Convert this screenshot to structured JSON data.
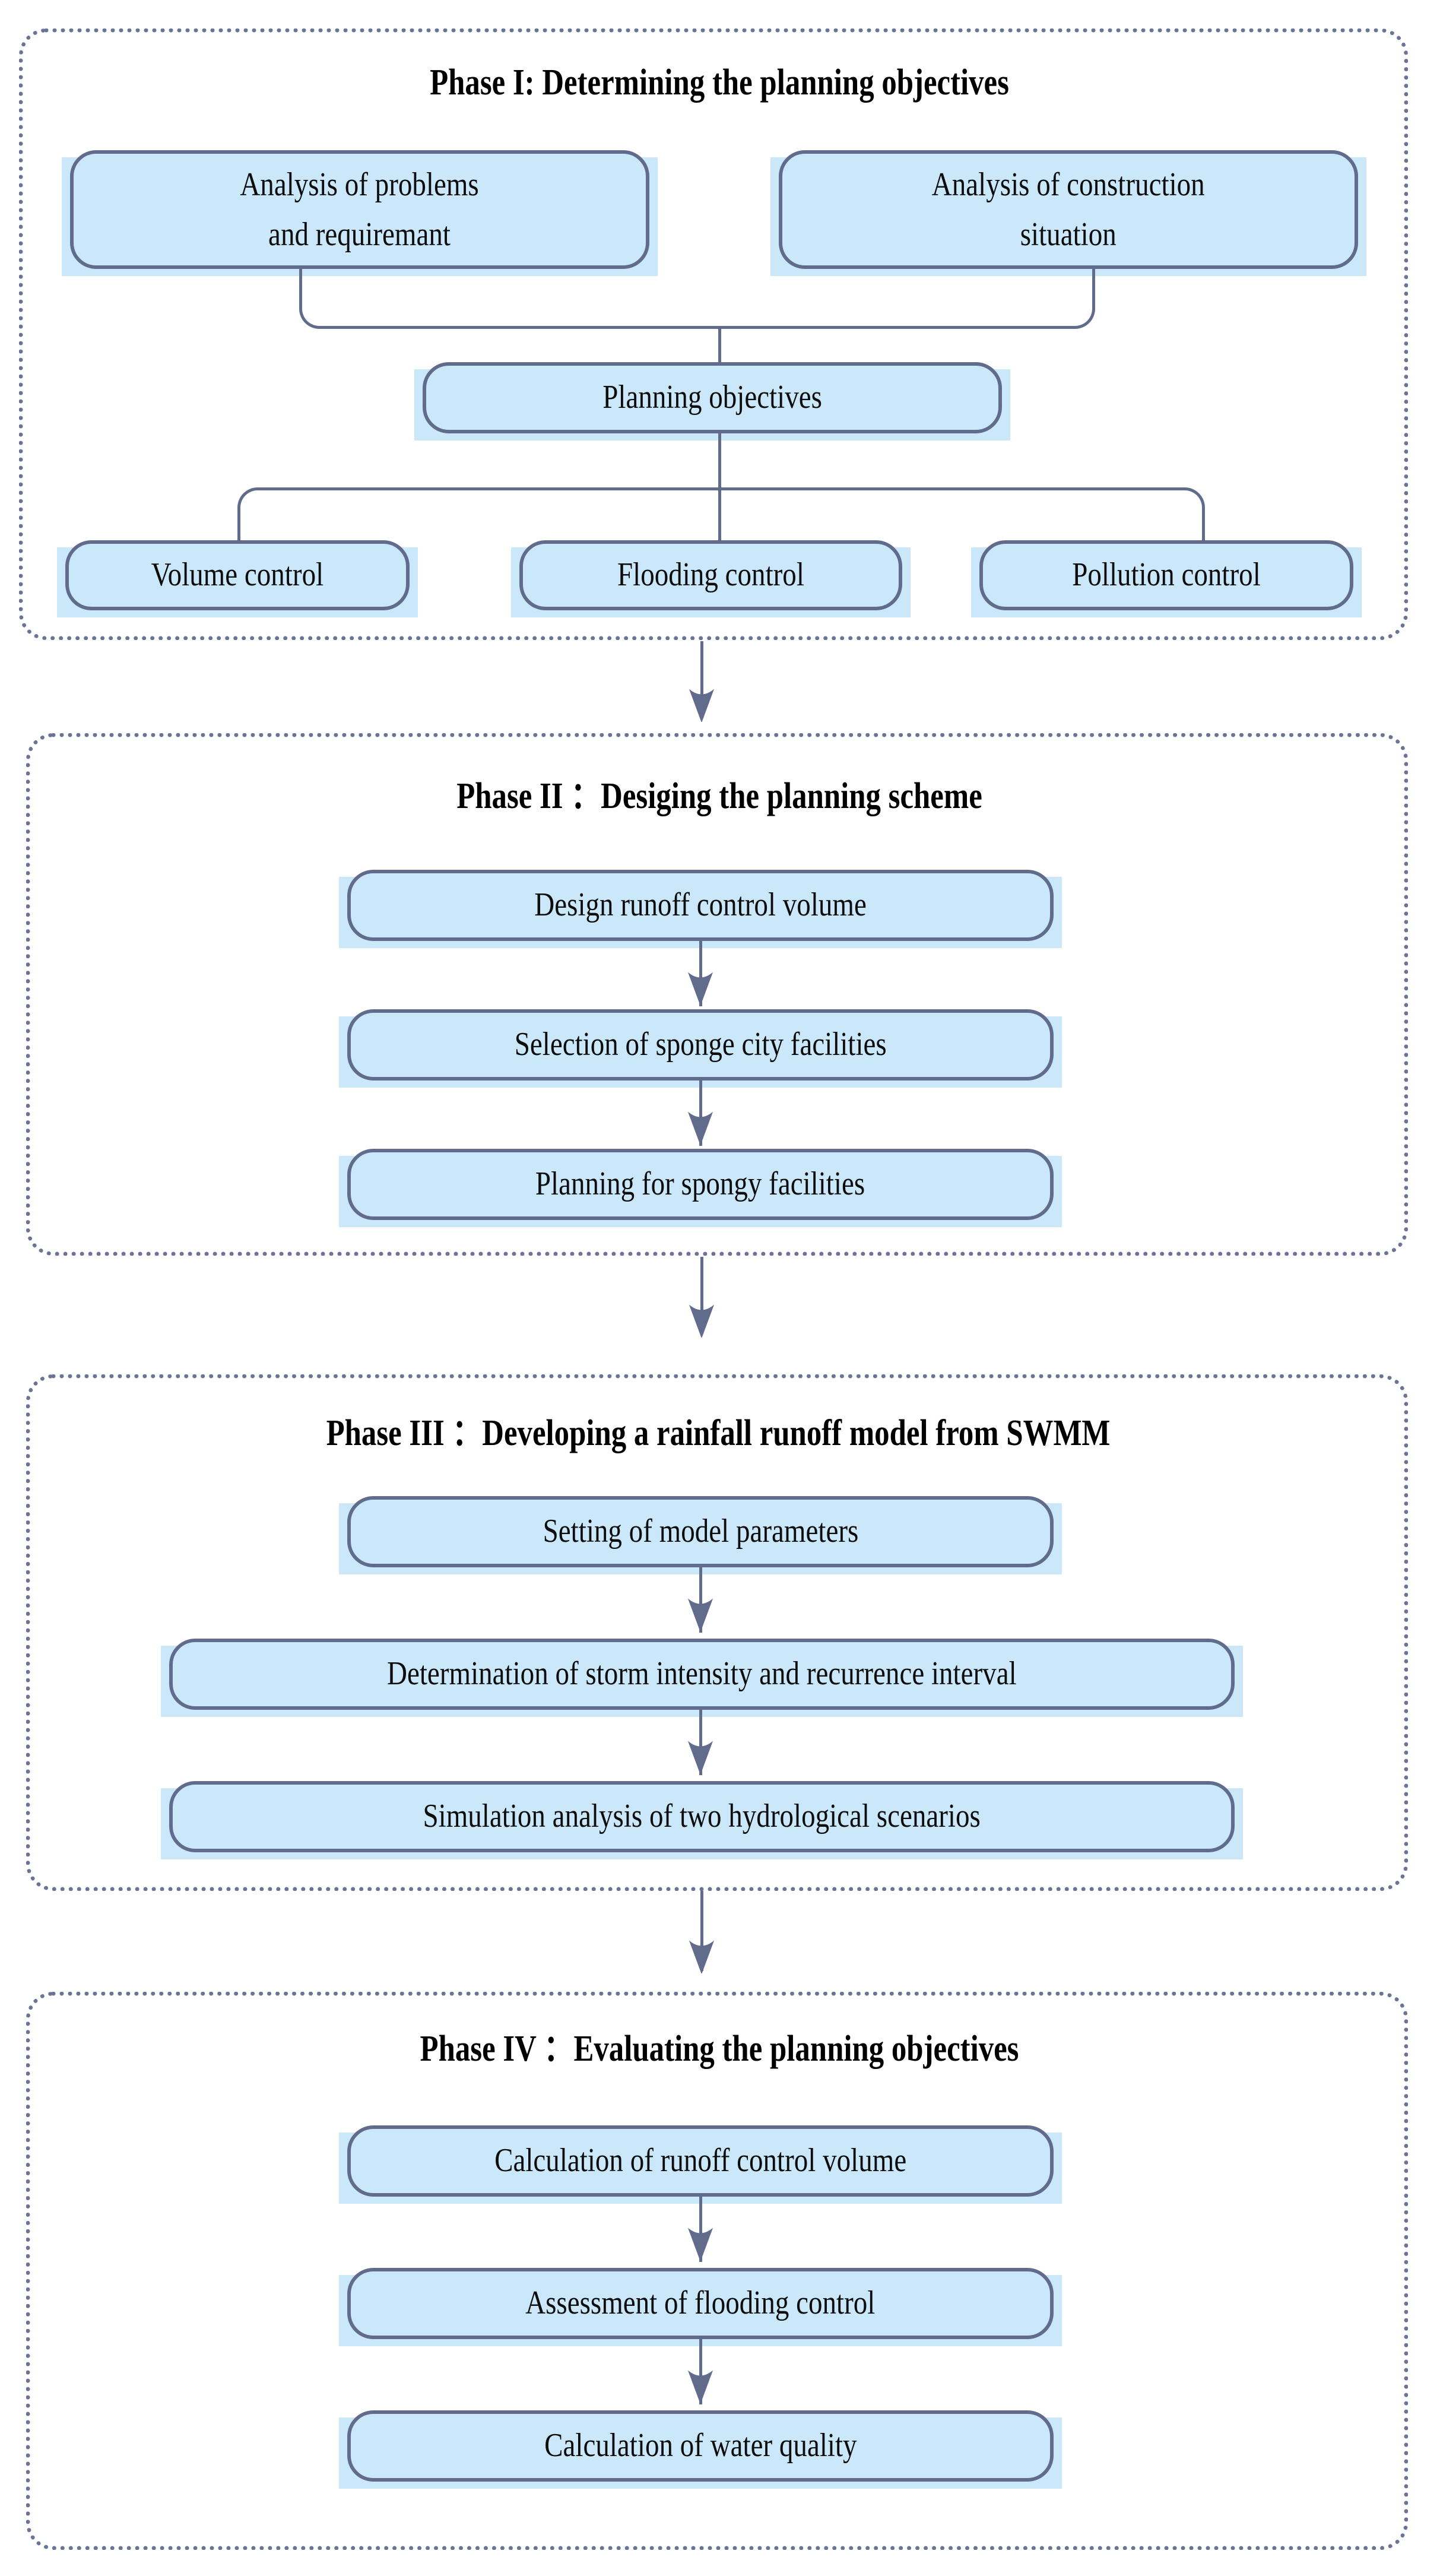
{
  "figure": {
    "type": "flowchart",
    "orientation": "top-to-bottom",
    "colors": {
      "node_fill": "#cbe8fb",
      "node_stroke": "#616b8c",
      "container_stroke": "#6b7494",
      "connector": "#616b8c",
      "text": "#0d0d0d",
      "background": "#ffffff"
    }
  },
  "phases": [
    {
      "id": "phase-1",
      "title": "Phase  I: Determining the planning objectives",
      "nodes": [
        {
          "id": "p1-n1",
          "label": "Analysis of problems\nand requiremant"
        },
        {
          "id": "p1-n2",
          "label": "Analysis of construction\nsituation"
        },
        {
          "id": "p1-n3",
          "label": "Planning objectives"
        },
        {
          "id": "p1-n4",
          "label": "Volume control"
        },
        {
          "id": "p1-n5",
          "label": "Flooding control"
        },
        {
          "id": "p1-n6",
          "label": "Pollution control"
        }
      ]
    },
    {
      "id": "phase-2",
      "title": "Phase II ：Desiging the planning scheme",
      "nodes": [
        {
          "id": "p2-n1",
          "label": "Design runoff control volume"
        },
        {
          "id": "p2-n2",
          "label": "Selection of sponge city facilities"
        },
        {
          "id": "p2-n3",
          "label": "Planning for spongy facilities"
        }
      ]
    },
    {
      "id": "phase-3",
      "title": "Phase III  ：Developing a rainfall runoff model from SWMM",
      "nodes": [
        {
          "id": "p3-n1",
          "label": "Setting of model parameters"
        },
        {
          "id": "p3-n2",
          "label": "Determination of storm intensity and recurrence interval"
        },
        {
          "id": "p3-n3",
          "label": "Simulation analysis of two hydrological scenarios"
        }
      ]
    },
    {
      "id": "phase-4",
      "title": "Phase IV ：Evaluating the planning objectives",
      "nodes": [
        {
          "id": "p4-n1",
          "label": "Calculation of runoff control volume"
        },
        {
          "id": "p4-n2",
          "label": "Assessment of flooding control"
        },
        {
          "id": "p4-n3",
          "label": "Calculation of water quality"
        }
      ]
    }
  ]
}
